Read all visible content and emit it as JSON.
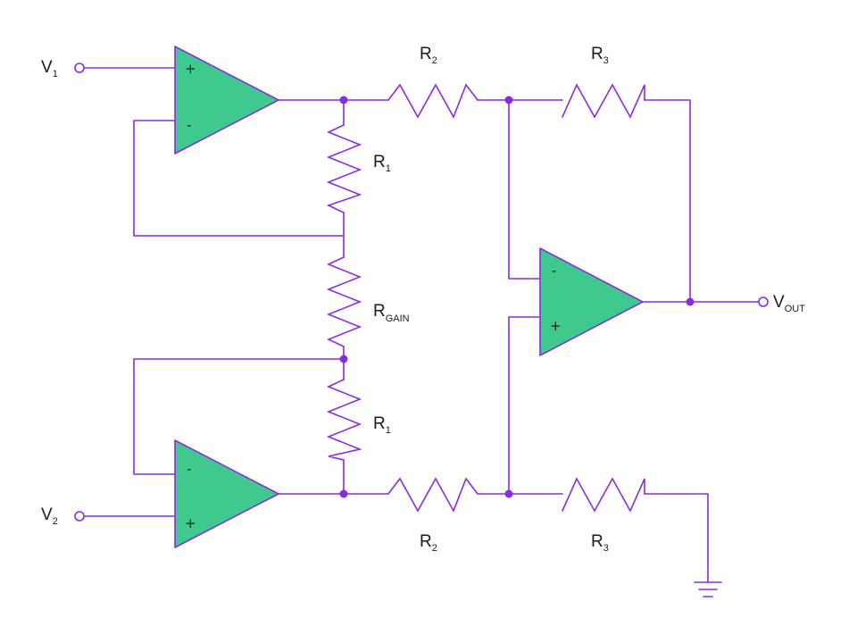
{
  "colors": {
    "wire": "#8a2be2",
    "node": "#8a2be2",
    "opamp_fill": "#3fc98e",
    "opamp_stroke": "#8a2be2",
    "text": "#1a1a1a"
  },
  "opamps": {
    "top": {
      "plus": "+",
      "minus": "-"
    },
    "bottom": {
      "plus": "+",
      "minus": "-"
    },
    "output": {
      "plus": "+",
      "minus": "-"
    }
  },
  "labels": {
    "v1": {
      "main": "V",
      "sub": "1"
    },
    "v2": {
      "main": "V",
      "sub": "2"
    },
    "vout": {
      "main": "V",
      "sub": "OUT"
    },
    "r1_top": {
      "main": "R",
      "sub": "1"
    },
    "r1_bottom": {
      "main": "R",
      "sub": "1"
    },
    "rgain": {
      "main": "R",
      "sub": "GAIN"
    },
    "r2_top": {
      "main": "R",
      "sub": "2"
    },
    "r2_bottom": {
      "main": "R",
      "sub": "2"
    },
    "r3_top": {
      "main": "R",
      "sub": "3"
    },
    "r3_bottom": {
      "main": "R",
      "sub": "3"
    }
  }
}
